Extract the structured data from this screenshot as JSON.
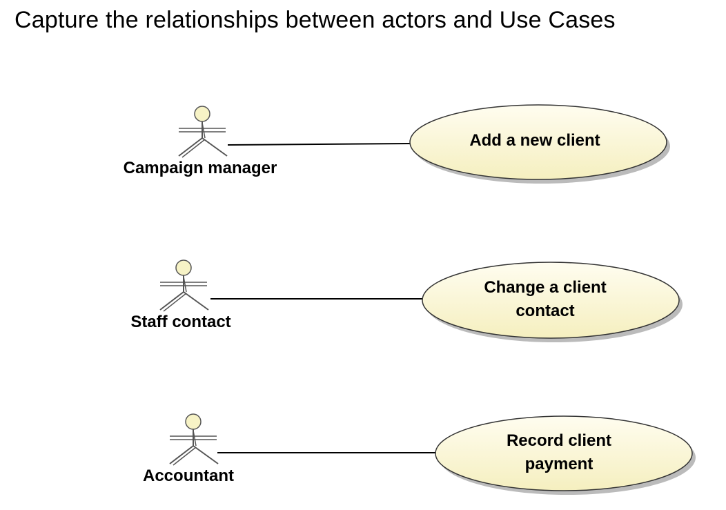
{
  "title": "Capture the relationships between actors and Use Cases",
  "actors": [
    {
      "label": "Campaign manager"
    },
    {
      "label": "Staff contact"
    },
    {
      "label": "Accountant"
    }
  ],
  "use_cases": [
    {
      "lines": [
        "Add a new client"
      ]
    },
    {
      "lines": [
        "Change a client",
        "contact"
      ]
    },
    {
      "lines": [
        "Record client",
        "payment"
      ]
    }
  ],
  "colors": {
    "use_case_fill": "#FBF8CC",
    "use_case_stroke": "#333333",
    "shadow": "#BBBBBB",
    "actor_head_fill": "#F7F3C6",
    "line": "#000000"
  }
}
